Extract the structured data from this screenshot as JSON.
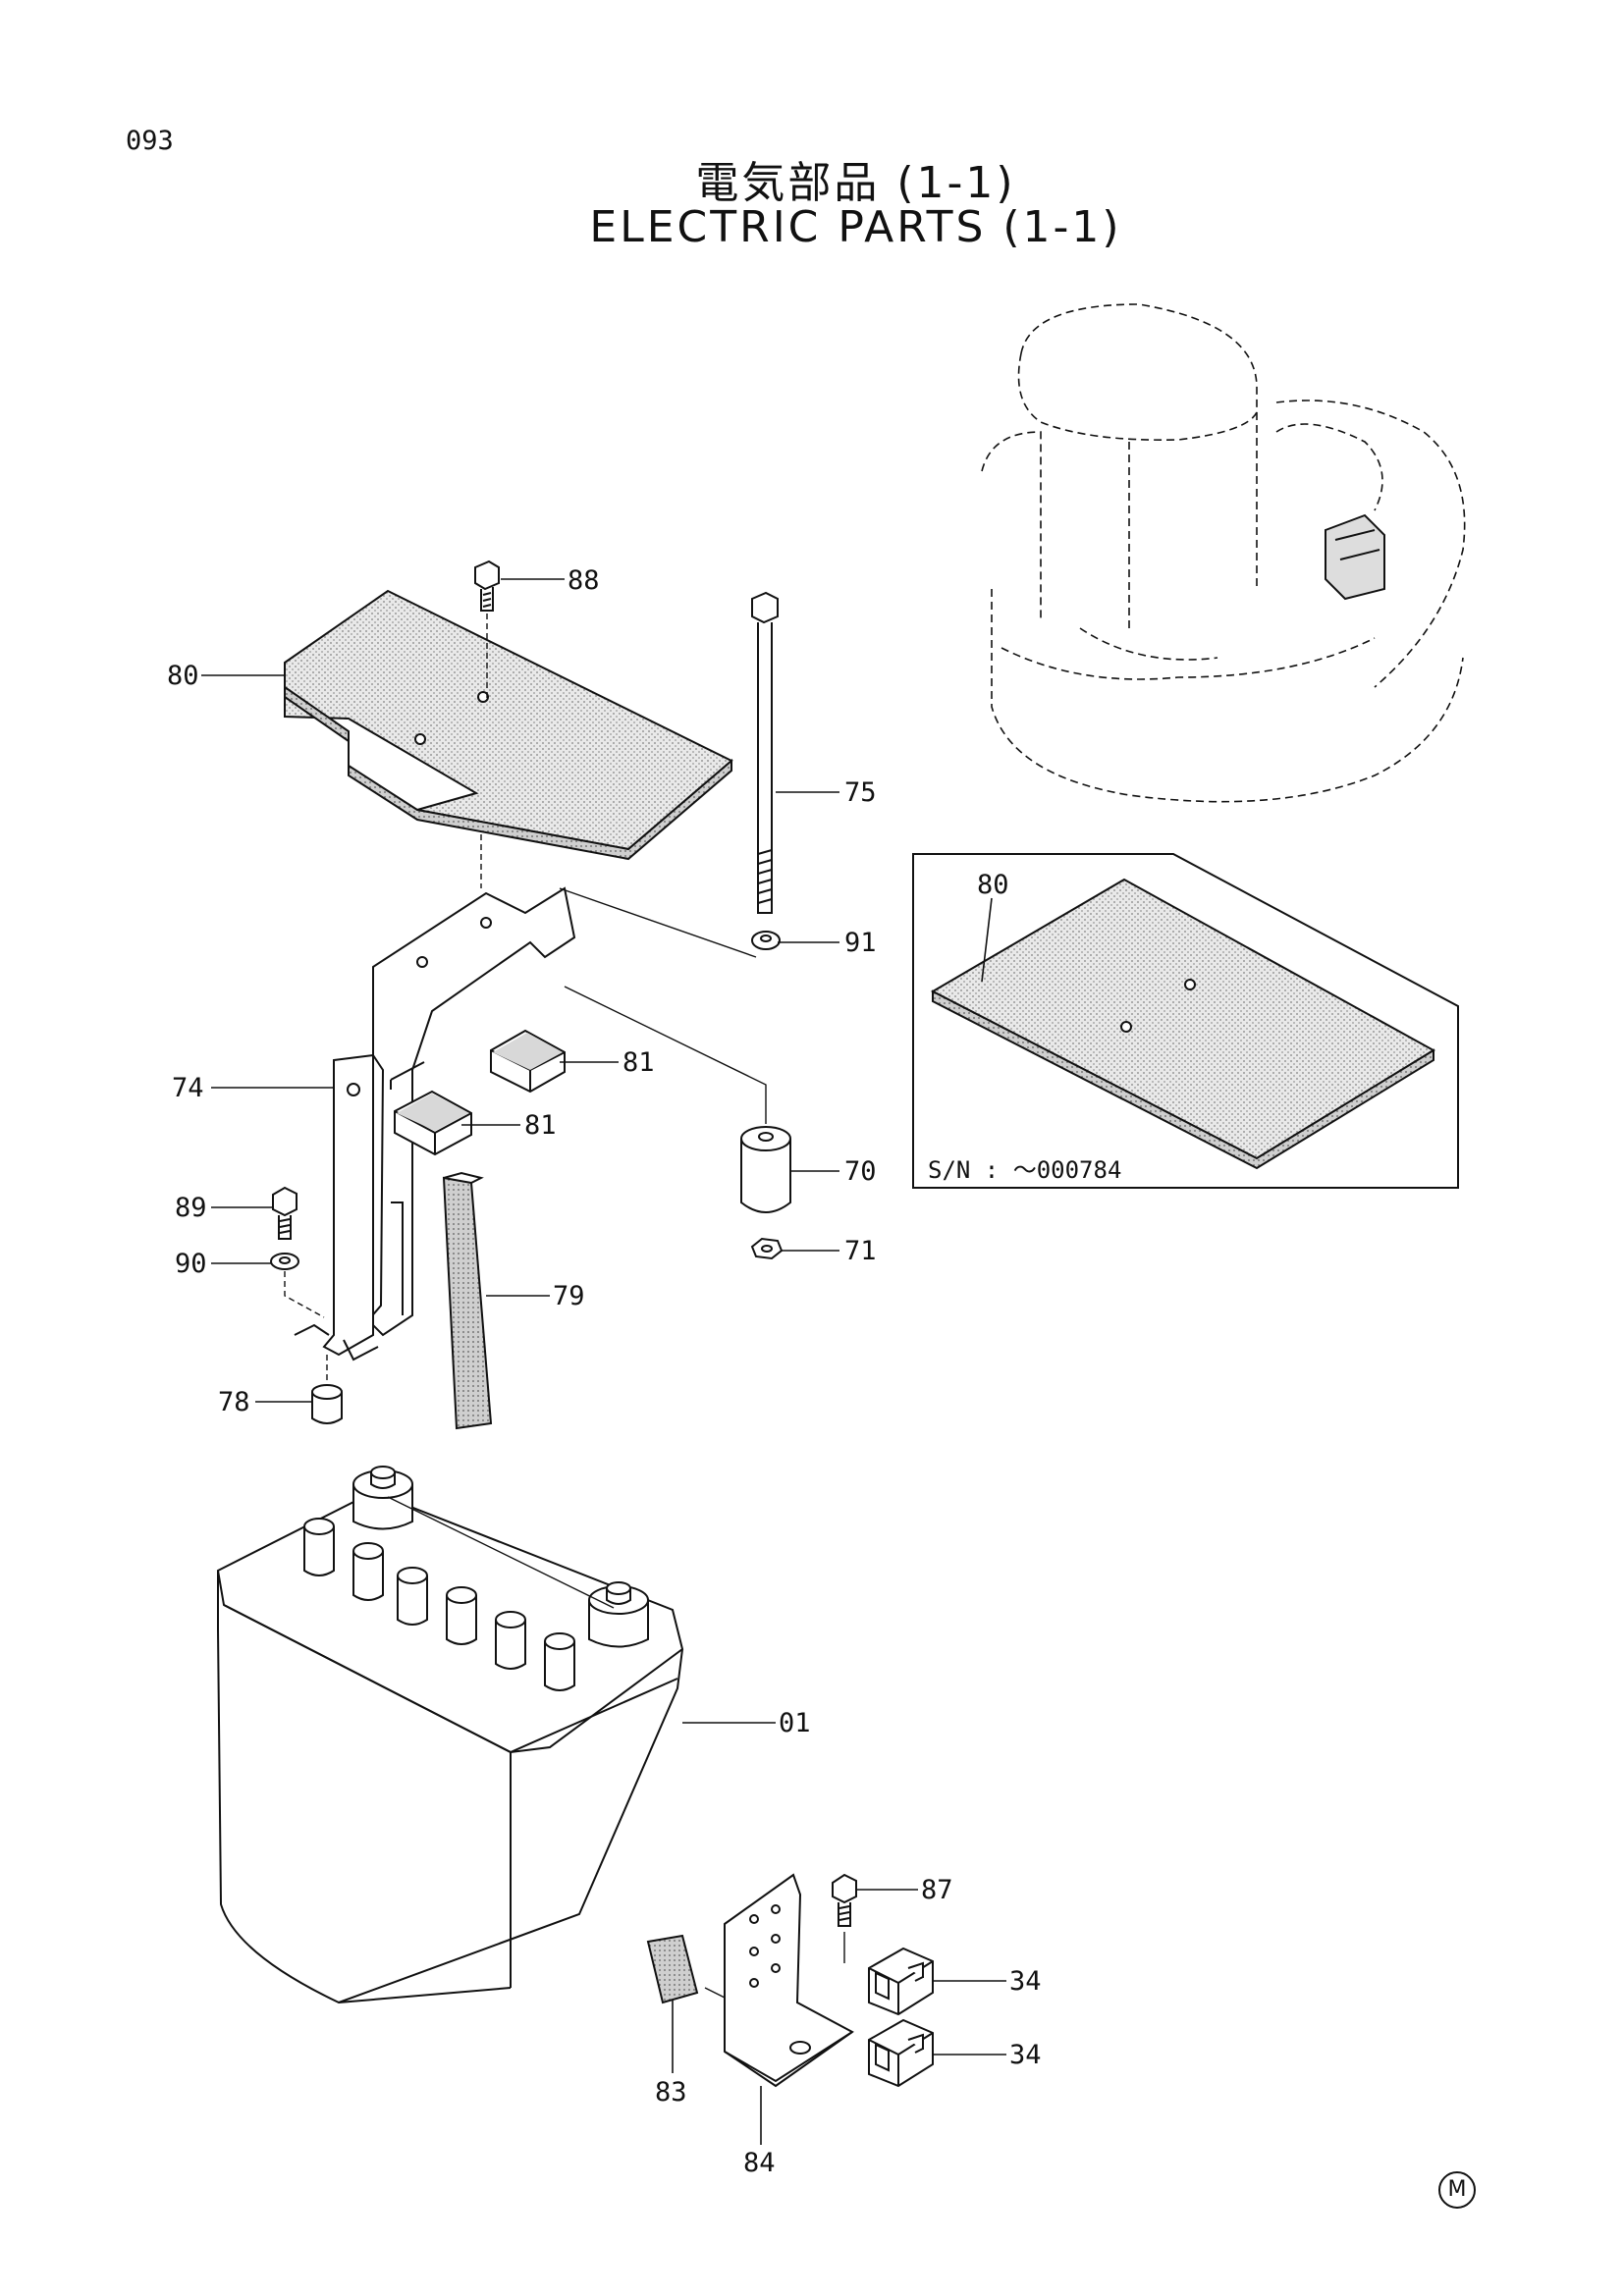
{
  "page_number": "093",
  "title_jp": "電気部品 (1-1)",
  "title_en": "ELECTRIC PARTS (1-1)",
  "inset_serial": "S/N : ～000784",
  "footer_mark": "M",
  "callouts": {
    "c88": "88",
    "c80": "80",
    "c75": "75",
    "c91": "91",
    "c74": "74",
    "c81a": "81",
    "c81b": "81",
    "c70": "70",
    "c71": "71",
    "c89": "89",
    "c90": "90",
    "c79": "79",
    "c78": "78",
    "c01": "01",
    "c87": "87",
    "c34a": "34",
    "c34b": "34",
    "c83": "83",
    "c84": "84",
    "c80inset": "80"
  }
}
